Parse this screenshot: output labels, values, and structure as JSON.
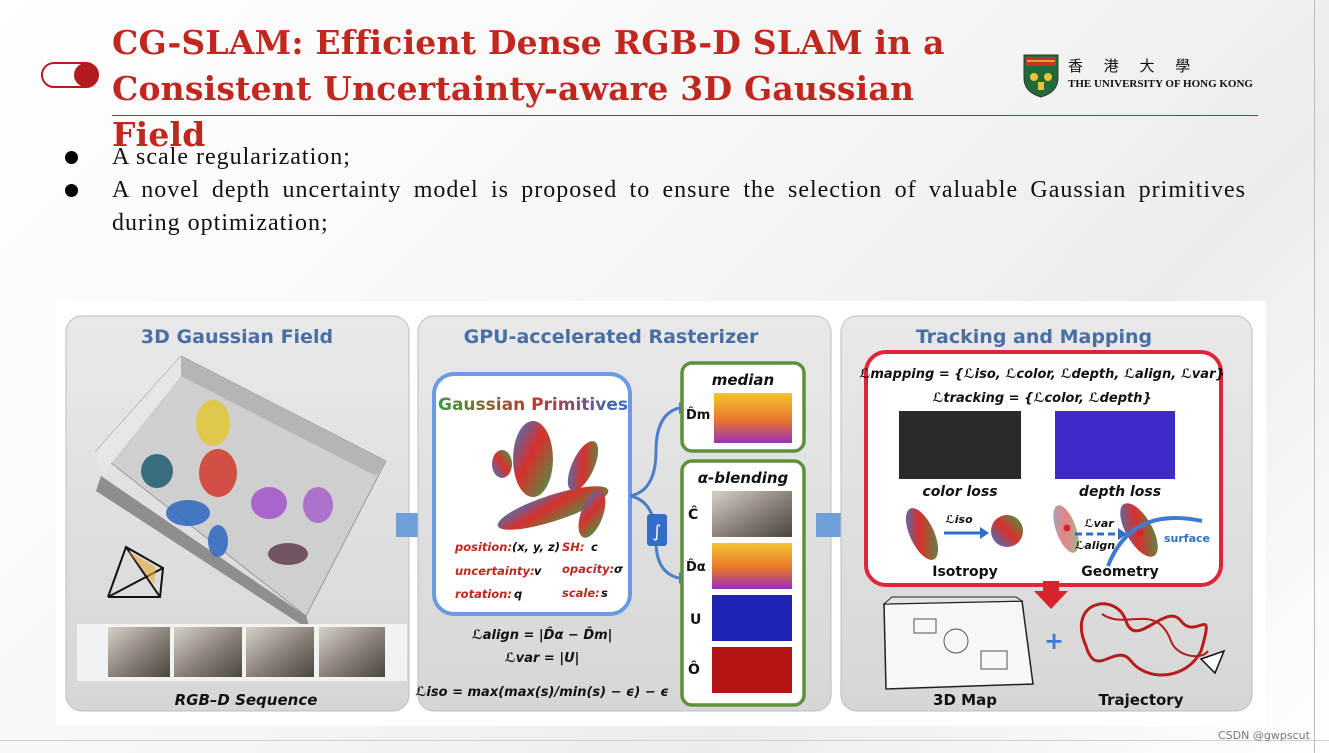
{
  "slide": {
    "title_line1": "CG-SLAM: Efficient Dense RGB-D SLAM in a",
    "title_line2": "Consistent Uncertainty-aware 3D Gaussian Field",
    "title_color": "#c0271f",
    "logo": {
      "chinese_name": "香 港 大 學",
      "english_name": "THE UNIVERSITY OF HONG KONG"
    },
    "bullets": [
      {
        "text": "A scale regularization;"
      },
      {
        "text": "A novel depth uncertainty model is proposed to ensure the selection of valuable Gaussian primitives during optimization;"
      }
    ],
    "watermark": "CSDN @gwpscut"
  },
  "figure": {
    "panel1": {
      "header": "3D Gaussian Field",
      "caption": "RGB–D Sequence"
    },
    "panel2": {
      "header": "GPU-accelerated Rasterizer",
      "gaussian_title": "Gaussian Primitives",
      "attrs": {
        "position_label": "position:",
        "position_value": "(x, y, z)",
        "sh_label": "SH:",
        "sh_value": "c",
        "uncertainty_label": "uncertainty:",
        "uncertainty_value": "v",
        "opacity_label": "opacity:",
        "opacity_value": "σ",
        "rotation_label": "rotation:",
        "rotation_value": "q",
        "scale_label": "scale:",
        "scale_value": "s"
      },
      "integral_symbol": "∫",
      "median_title": "median",
      "median_symbol": "D̂m",
      "blending_title": "α-blending",
      "blend_symbols": [
        "Ĉ",
        "D̂α",
        "U",
        "Ô"
      ],
      "equations": [
        "ℒalign = |D̂α − D̂m|",
        "ℒvar = |U|",
        "ℒiso = max(max(s)/min(s) − ϵ) − ϵ"
      ]
    },
    "panel3": {
      "header": "Tracking and Mapping",
      "mapping_eq": "ℒmapping = {ℒiso, ℒcolor, ℒdepth, ℒalign, ℒvar}",
      "tracking_eq": "ℒtracking = {ℒcolor, ℒdepth}",
      "color_loss": "color loss",
      "depth_loss": "depth loss",
      "l_iso": "ℒiso",
      "l_var": "ℒvar",
      "l_align": "ℒalign",
      "surface": "surface",
      "isotropy": "Isotropy",
      "geometry": "Geometry",
      "plus": "+",
      "map_label": "3D Map",
      "trajectory_label": "Trajectory"
    }
  }
}
